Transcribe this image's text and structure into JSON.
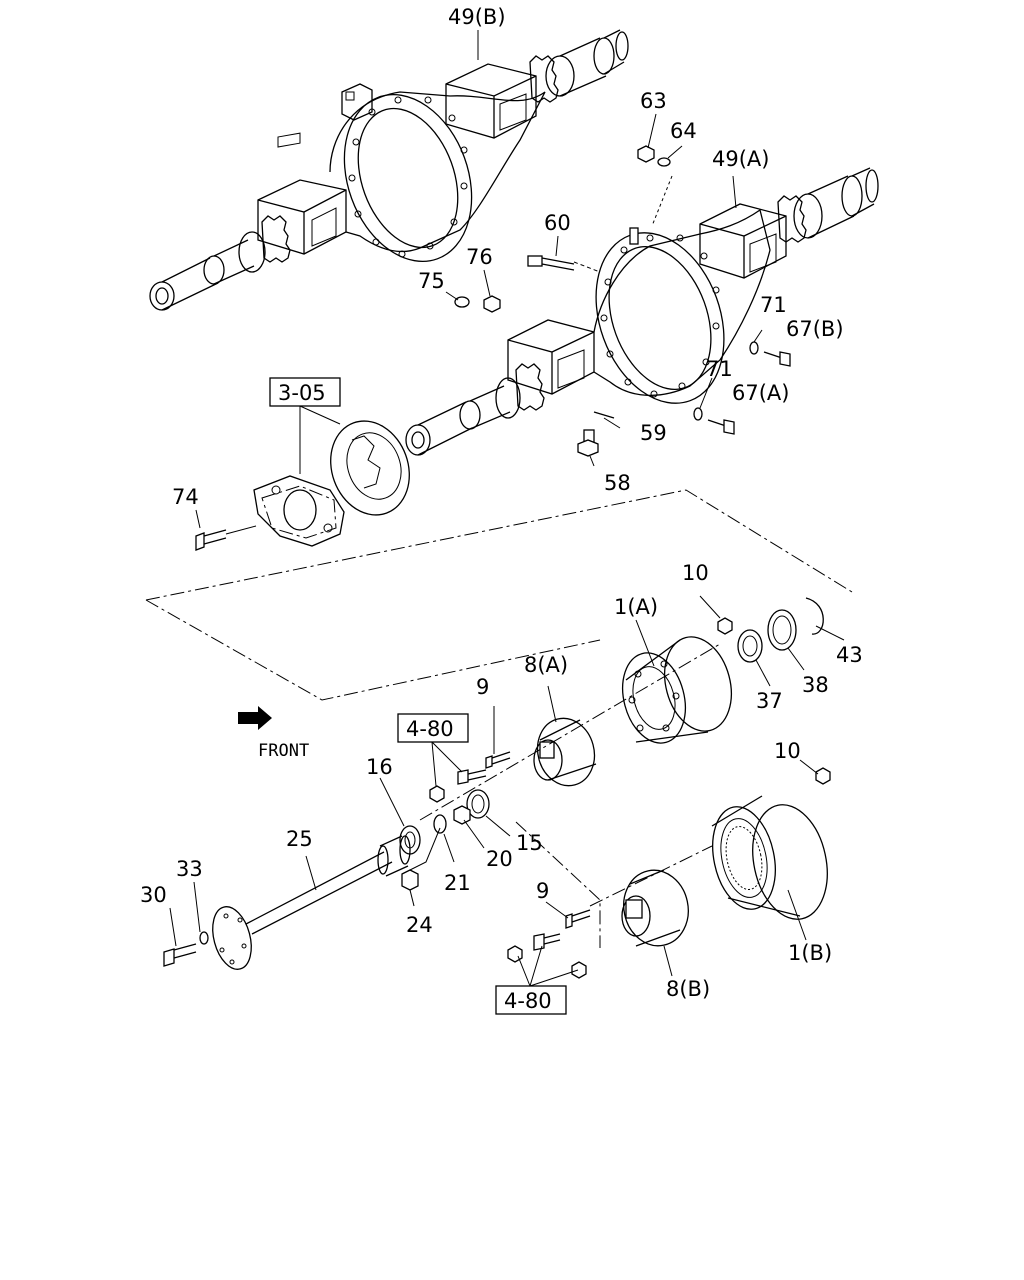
{
  "callouts": {
    "c49b": "49(B)",
    "c63": "63",
    "c64": "64",
    "c49a": "49(A)",
    "c60": "60",
    "c76": "76",
    "c75": "75",
    "c71a": "71",
    "c67b": "67(B)",
    "c71b": "71",
    "c67a": "67(A)",
    "c59": "59",
    "c58": "58",
    "c74": "74",
    "c10a": "10",
    "c1a": "1(A)",
    "c43": "43",
    "c38": "38",
    "c37": "37",
    "c8a": "8(A)",
    "c9a": "9",
    "c16": "16",
    "c25": "25",
    "c15": "15",
    "c20": "20",
    "c21": "21",
    "c24": "24",
    "c33": "33",
    "c30": "30",
    "c10b": "10",
    "c9b": "9",
    "c1b": "1(B)",
    "c8b": "8(B)"
  },
  "ref_boxes": {
    "r305": "3-05",
    "r480a": "4-80",
    "r480b": "4-80"
  },
  "front_label": "FRONT"
}
